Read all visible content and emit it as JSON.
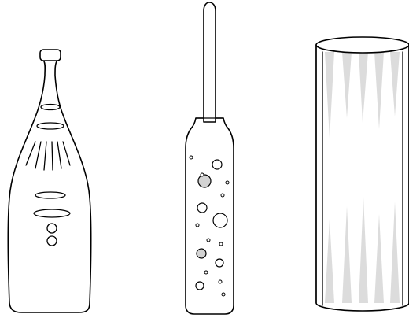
{
  "figure": {
    "objects": [
      {
        "name": "champagne-bottle",
        "icon": "bottle-icon"
      },
      {
        "name": "hydrometer-tube-with-bubbles",
        "icon": "tube-icon"
      },
      {
        "name": "cylindrical-glass-column",
        "icon": "cylinder-icon"
      }
    ]
  },
  "colors": {
    "stroke": "#000000",
    "fill": "#ffffff",
    "bubble_fill": "#d3d3d3",
    "reflection_fill": "#dcdcdc"
  }
}
